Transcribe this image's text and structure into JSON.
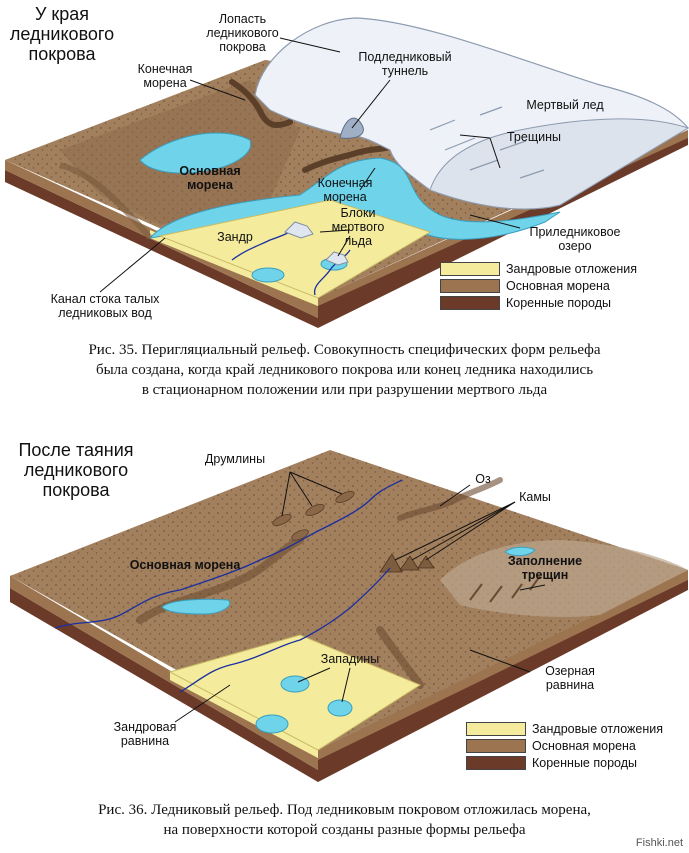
{
  "colors": {
    "sandur": "#f4ec9c",
    "moraine": "#9c7550",
    "bedrock": "#6b3a28",
    "ground": "#a27f5d",
    "water": "#6fd3ea",
    "ice": "#eef2f8",
    "river": "#1b2fa0"
  },
  "fig1": {
    "title": "У   края\nледникового\nпокрова",
    "labels": {
      "lobe": "Лопасть\nледникового\nпокрова",
      "tunnel": "Подледниковый\nтуннель",
      "end_moraine_top": "Конечная\nморена",
      "dead_ice": "Мертвый лед",
      "crevasses": "Трещины",
      "ground_moraine": "Основная\nморена",
      "end_moraine_mid": "Конечная\nморена",
      "ice_blocks": "Блоки\nмертвого\nльда",
      "proglacial_lake": "Приледниковое\nозеро",
      "sandur": "Зандр",
      "meltwater_channel": "Канал стока талых\nледниковых вод"
    },
    "legend": [
      "Зандровые отложения",
      "Основная морена",
      "Коренные породы"
    ],
    "caption": "Рис. 35. Перигляциальный рельеф. Совокупность специфических форм рельефа\nбыла создана, когда край ледникового покрова или конец ледника находились\nв стационарном положении или при разрушении мертвого льда"
  },
  "fig2": {
    "title": "После таяния\nледникового\nпокрова",
    "labels": {
      "drumlins": "Друмлины",
      "esker": "Оз",
      "kames": "Камы",
      "ground_moraine": "Основная морена",
      "crevasse_fill": "Заполнение\nтрещин",
      "kettles": "Западины",
      "lake_plain": "Озерная\nравнина",
      "outwash_plain": "Зандровая\nравнина"
    },
    "legend": [
      "Зандровые отложения",
      "Основная морена",
      "Коренные породы"
    ],
    "caption": "Рис. 36. Ледниковый рельеф. Под ледниковым покровом отложилась морена,\nна поверхности которой созданы разные формы рельефа"
  },
  "watermark": "Fishki.net"
}
